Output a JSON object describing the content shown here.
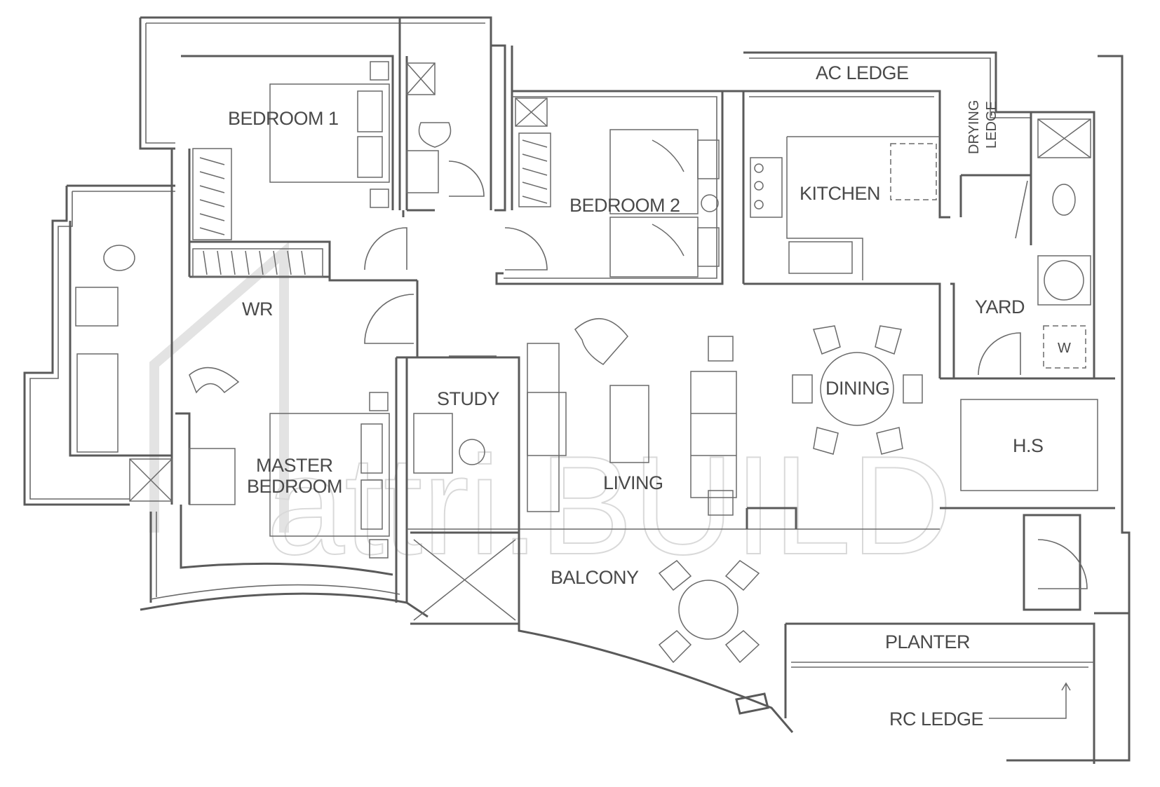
{
  "rooms": {
    "bedroom1": "BEDROOM 1",
    "bedroom2": "BEDROOM 2",
    "ac_ledge": "AC LEDGE",
    "drying_ledge_line1": "DRYING",
    "drying_ledge_line2": "LEDGE",
    "kitchen": "KITCHEN",
    "wr": "WR",
    "yard": "YARD",
    "w": "W",
    "study": "STUDY",
    "dining": "DINING",
    "master_line1": "MASTER",
    "master_line2": "BEDROOM",
    "living": "LIVING",
    "hs": "H.S",
    "balcony": "BALCONY",
    "planter": "PLANTER",
    "rc_ledge": "RC LEDGE"
  },
  "watermark": {
    "text": "attri.BUILD"
  },
  "colors": {
    "line": "#5a5a5a",
    "text": "#4a4a4a",
    "watermark": "#d9d9d9"
  }
}
